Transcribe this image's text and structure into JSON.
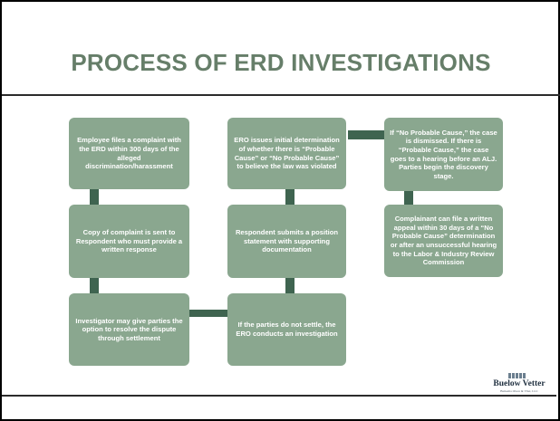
{
  "slide": {
    "title": "PROCESS OF ERD INVESTIGATIONS"
  },
  "steps": [
    "Employee files a complaint with the ERD within 300 days of the alleged discrimination/harassment",
    "Copy of complaint is sent to Respondent who must provide a written response",
    "Investigator may give parties the option to resolve the dispute through settlement",
    "If the parties do not settle, the ERO conducts an investigation",
    "Respondent submits a position statement with supporting documentation",
    "ERO issues initial determination of whether there is “Probable Cause” or “No Probable Cause” to believe the law was violated",
    "If “No Probable Cause,” the case is dismissed. If there is “Probable Cause,” the case goes to a hearing before an ALJ. Parties begin the discovery stage.",
    "Complainant can file a written appeal within 30 days of a “No Probable Cause” determination or after an unsuccessful hearing to the Labor & Industry Review Commission"
  ],
  "logo": {
    "name": "Buelow Vetter",
    "subtitle": "Buikema Olson & Vliet, LLC"
  },
  "colors": {
    "title": "#667e69",
    "box_fill": "#8aa78f",
    "connector": "#3f6450"
  }
}
